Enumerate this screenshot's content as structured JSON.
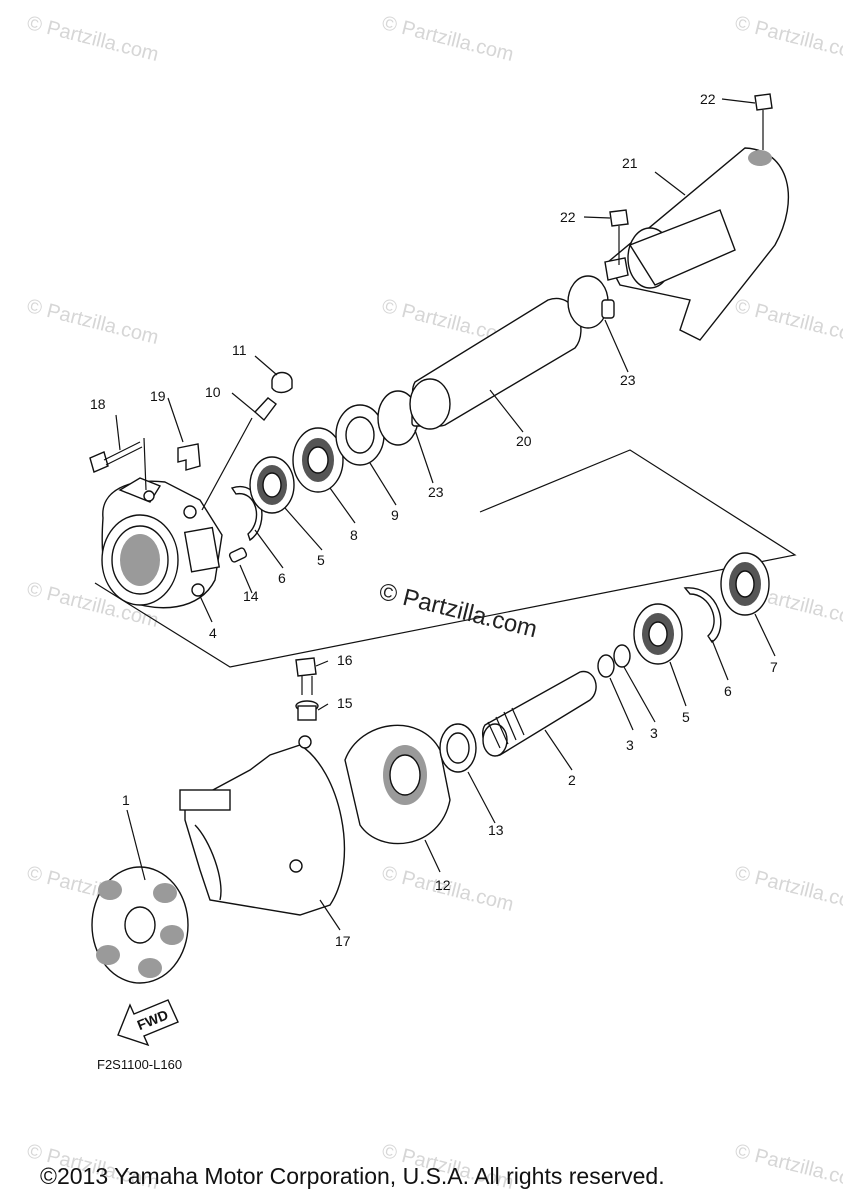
{
  "watermark": {
    "text": "© Partzilla.com"
  },
  "center_watermark": "© Partzilla.com",
  "diagram_code": "F2S1100-L160",
  "copyright": "©2013 Yamaha Motor Corporation, U.S.A. All rights reserved.",
  "fwd_label": "FWD",
  "callouts": [
    "1",
    "2",
    "3",
    "3",
    "4",
    "5",
    "5",
    "6",
    "6",
    "7",
    "8",
    "9",
    "10",
    "11",
    "12",
    "13",
    "14",
    "15",
    "16",
    "17",
    "18",
    "19",
    "20",
    "21",
    "22",
    "22",
    "23",
    "23"
  ]
}
